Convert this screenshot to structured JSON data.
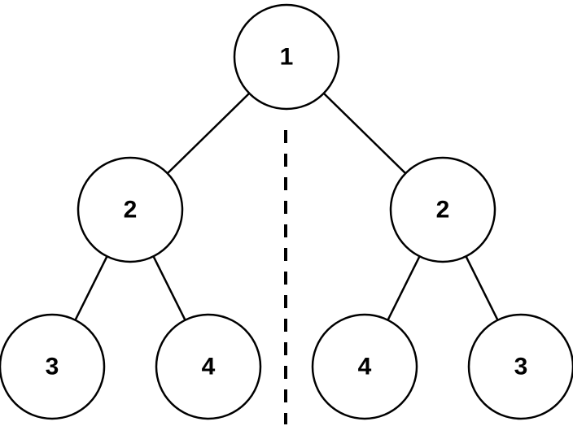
{
  "tree": {
    "nodes": [
      {
        "id": "n1",
        "label": "1"
      },
      {
        "id": "n2a",
        "label": "2"
      },
      {
        "id": "n2b",
        "label": "2"
      },
      {
        "id": "n3a",
        "label": "3"
      },
      {
        "id": "n4a",
        "label": "4"
      },
      {
        "id": "n4b",
        "label": "4"
      },
      {
        "id": "n3b",
        "label": "3"
      }
    ],
    "edges": [
      {
        "from": "n1",
        "to": "n2a"
      },
      {
        "from": "n1",
        "to": "n2b"
      },
      {
        "from": "n2a",
        "to": "n3a"
      },
      {
        "from": "n2a",
        "to": "n4a"
      },
      {
        "from": "n2b",
        "to": "n4b"
      },
      {
        "from": "n2b",
        "to": "n3b"
      }
    ]
  },
  "colors": {
    "stroke": "#000000",
    "fill": "#ffffff"
  }
}
